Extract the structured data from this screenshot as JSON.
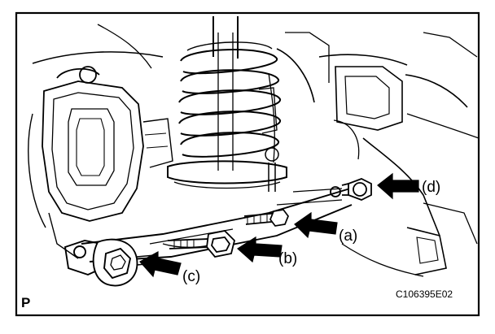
{
  "figure": {
    "callouts": {
      "a": "(a)",
      "b": "(b)",
      "c": "(c)",
      "d": "(d)"
    },
    "view_marker": "P",
    "figure_code": "C106395E02"
  }
}
